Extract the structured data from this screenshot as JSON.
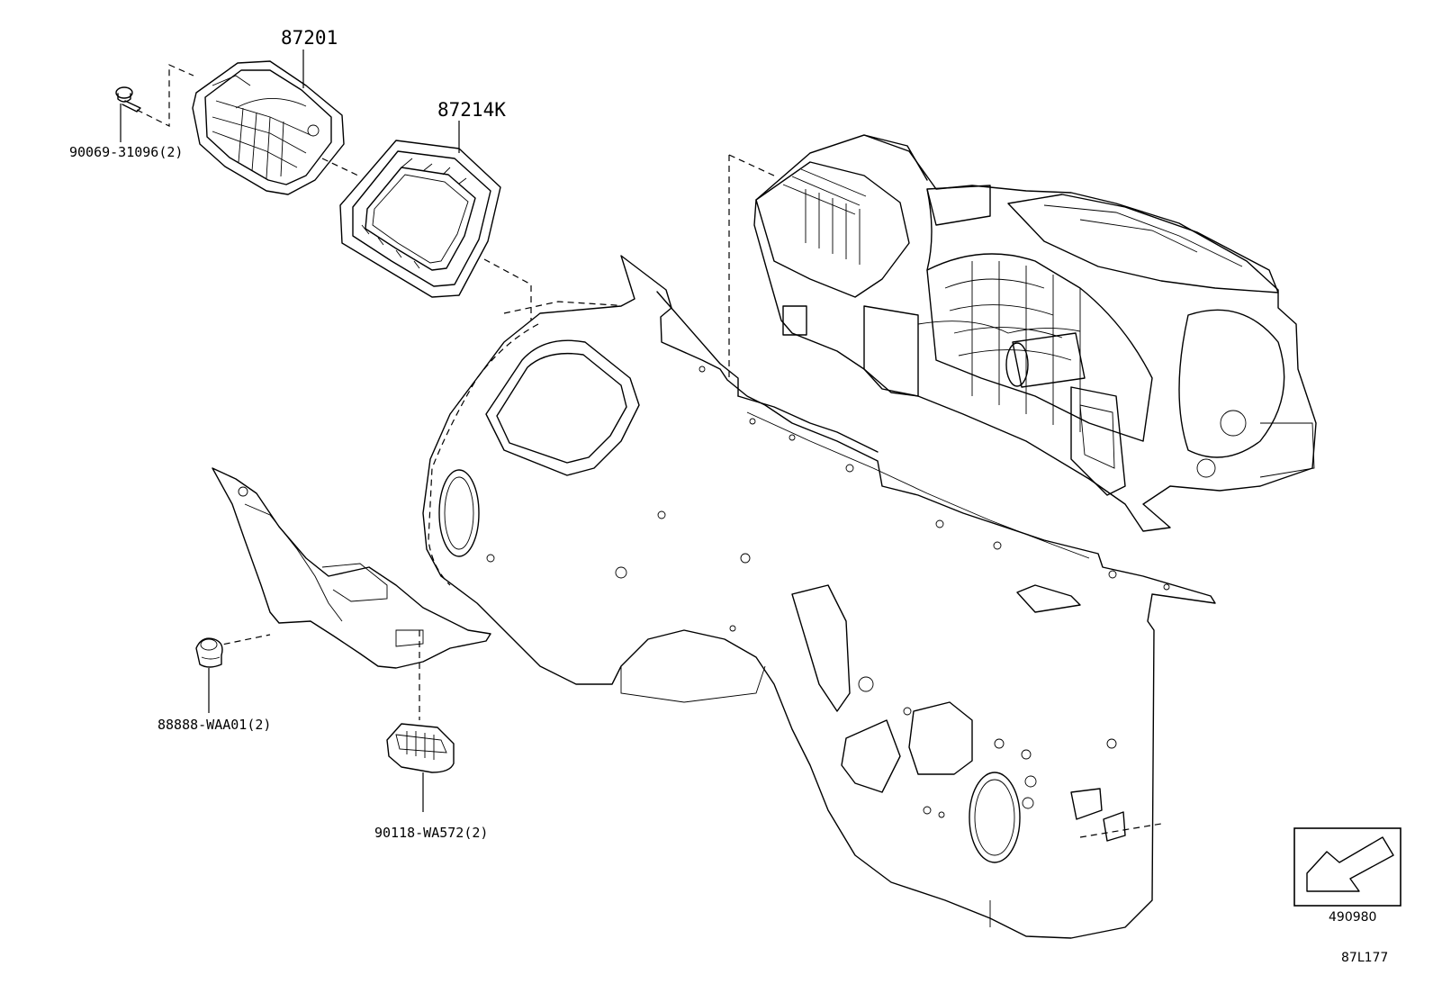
{
  "labels": {
    "p87201": "87201",
    "p87214k": "87214K",
    "p90069": "90069-31096(2)",
    "p88888": "88888-WAA01(2)",
    "p90118": "90118-WA572(2)",
    "ref_box": "490980",
    "diagram_code": "87L177"
  },
  "icons": {
    "direction": "front-arrow-icon"
  }
}
